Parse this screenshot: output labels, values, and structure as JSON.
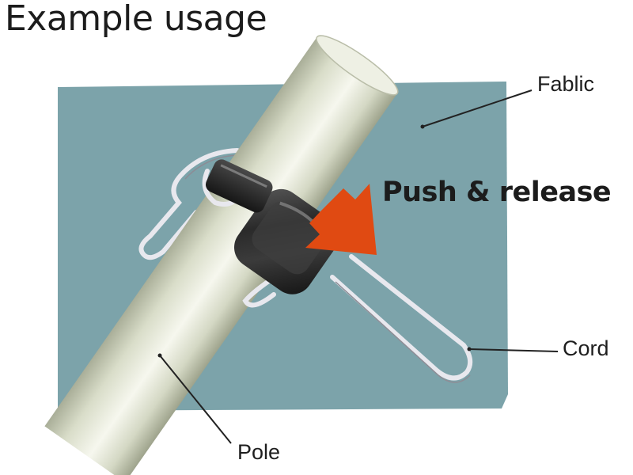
{
  "title": "Example usage",
  "instruction": "Push & release",
  "labels": {
    "fabric": "Fablic",
    "cord": "Cord",
    "pole": "Pole"
  },
  "icons": {
    "arrow": "push-arrow-icon"
  },
  "colors": {
    "fabric": "#7ca3aa",
    "pole": "#dfe3d2",
    "stopper": "#2a2a2a",
    "cord": "#e8e8ee",
    "arrow": "#e04a12"
  }
}
